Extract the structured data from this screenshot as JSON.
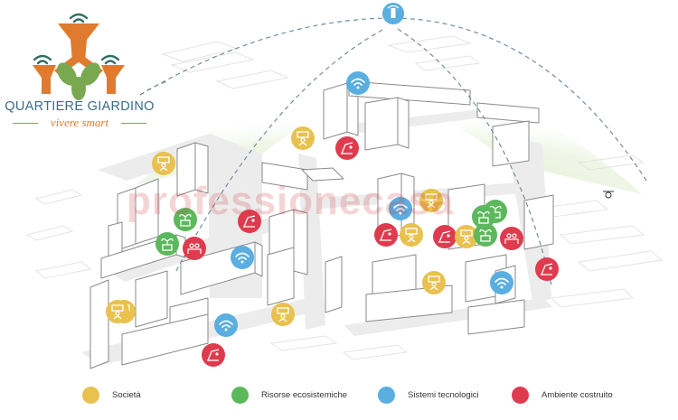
{
  "brand": {
    "title": "QUARTIERE GIARDINO",
    "subtitle": "vivere smart"
  },
  "watermark": "professionecasa",
  "colors": {
    "societa": "#e8c14e",
    "ecosistemi": "#5cb85c",
    "tecnologici": "#5aaee0",
    "costruito": "#de3b4e",
    "orange": "#e07a2e",
    "teal": "#3a6b8a"
  },
  "legend": [
    {
      "label": "Società",
      "color_key": "societa"
    },
    {
      "label": "Risorse ecosistemiche",
      "color_key": "ecosistemi"
    },
    {
      "label": "Sistemi tecnologici",
      "color_key": "tecnologici"
    },
    {
      "label": "Ambiente costruito",
      "color_key": "costruito"
    }
  ],
  "markers": [
    {
      "category": "tecnologici",
      "icon": "wifi-icon"
    },
    {
      "category": "societa",
      "icon": "person-sign-icon"
    },
    {
      "category": "costruito",
      "icon": "bench-icon"
    },
    {
      "category": "societa",
      "icon": "person-sign-icon"
    },
    {
      "category": "ecosistemi",
      "icon": "plant-icon"
    },
    {
      "category": "ecosistemi",
      "icon": "plant-icon"
    },
    {
      "category": "costruito",
      "icon": "people-icon"
    },
    {
      "category": "costruito",
      "icon": "bench-icon"
    },
    {
      "category": "tecnologici",
      "icon": "wifi-icon"
    },
    {
      "category": "societa",
      "icon": "person-sign-icon"
    },
    {
      "category": "societa",
      "icon": "person-sign-icon"
    },
    {
      "category": "tecnologici",
      "icon": "wifi-icon"
    },
    {
      "category": "societa",
      "icon": "person-sign-icon"
    },
    {
      "category": "tecnologici",
      "icon": "wifi-icon"
    },
    {
      "category": "societa",
      "icon": "person-sign-icon"
    },
    {
      "category": "costruito",
      "icon": "bench-icon"
    },
    {
      "category": "costruito",
      "icon": "bench-icon"
    },
    {
      "category": "societa",
      "icon": "person-sign-icon"
    },
    {
      "category": "ecosistemi",
      "icon": "plant-icon"
    },
    {
      "category": "societa",
      "icon": "person-sign-icon"
    },
    {
      "category": "ecosistemi",
      "icon": "plant-icon"
    },
    {
      "category": "ecosistemi",
      "icon": "plant-icon"
    },
    {
      "category": "costruito",
      "icon": "people-icon"
    },
    {
      "category": "costruito",
      "icon": "bench-icon"
    },
    {
      "category": "societa",
      "icon": "person-sign-icon"
    },
    {
      "category": "tecnologici",
      "icon": "wifi-icon"
    },
    {
      "category": "costruito",
      "icon": "bench-icon"
    }
  ]
}
